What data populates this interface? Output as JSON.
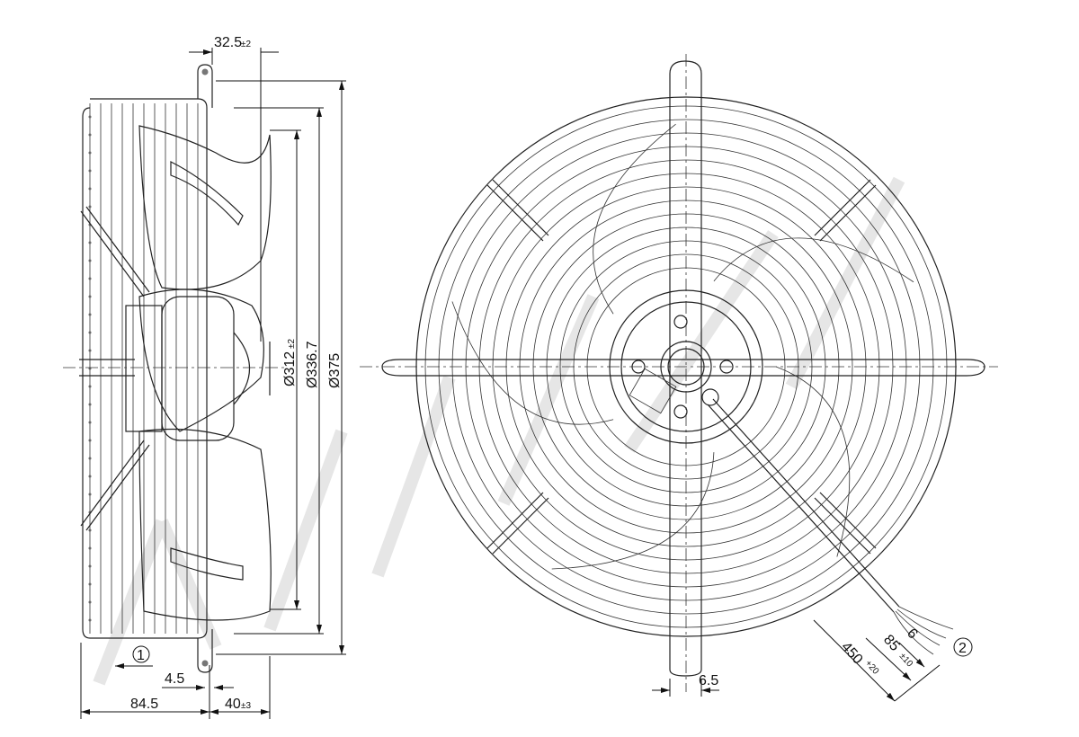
{
  "drawing": {
    "side_view": {
      "dims": {
        "top_offset": "32.5",
        "top_offset_tol": "±2",
        "d_blade": "Ø312",
        "d_blade_tol": "±2",
        "d_mid": "Ø336.7",
        "d_outer": "Ø375",
        "flange": "4.5",
        "depth_guard": "84.5",
        "depth_motor": "40",
        "depth_motor_tol": "±3"
      },
      "callout_1": "1"
    },
    "front_view": {
      "dims": {
        "bracket_width": "6.5",
        "cable_length": "450",
        "cable_length_tol": "+20",
        "strip_length": "85",
        "strip_length_tol": "±10",
        "wire_strip": "6"
      },
      "callout_2": "2"
    }
  }
}
